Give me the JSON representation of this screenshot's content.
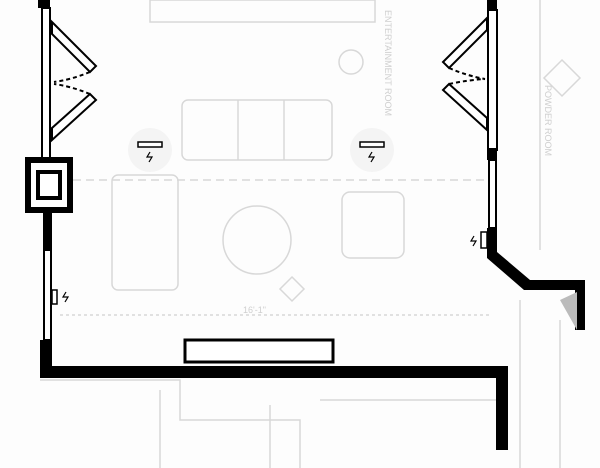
{
  "plan": {
    "room_label": "ENTERTAINMENT ROOM",
    "adjacent_room_label": "POWDER ROOM",
    "dimension_label": "16'-1\"",
    "colors": {
      "wall": "#000000",
      "faint": "#d8d8d8",
      "background": "#fdfdfd"
    }
  }
}
